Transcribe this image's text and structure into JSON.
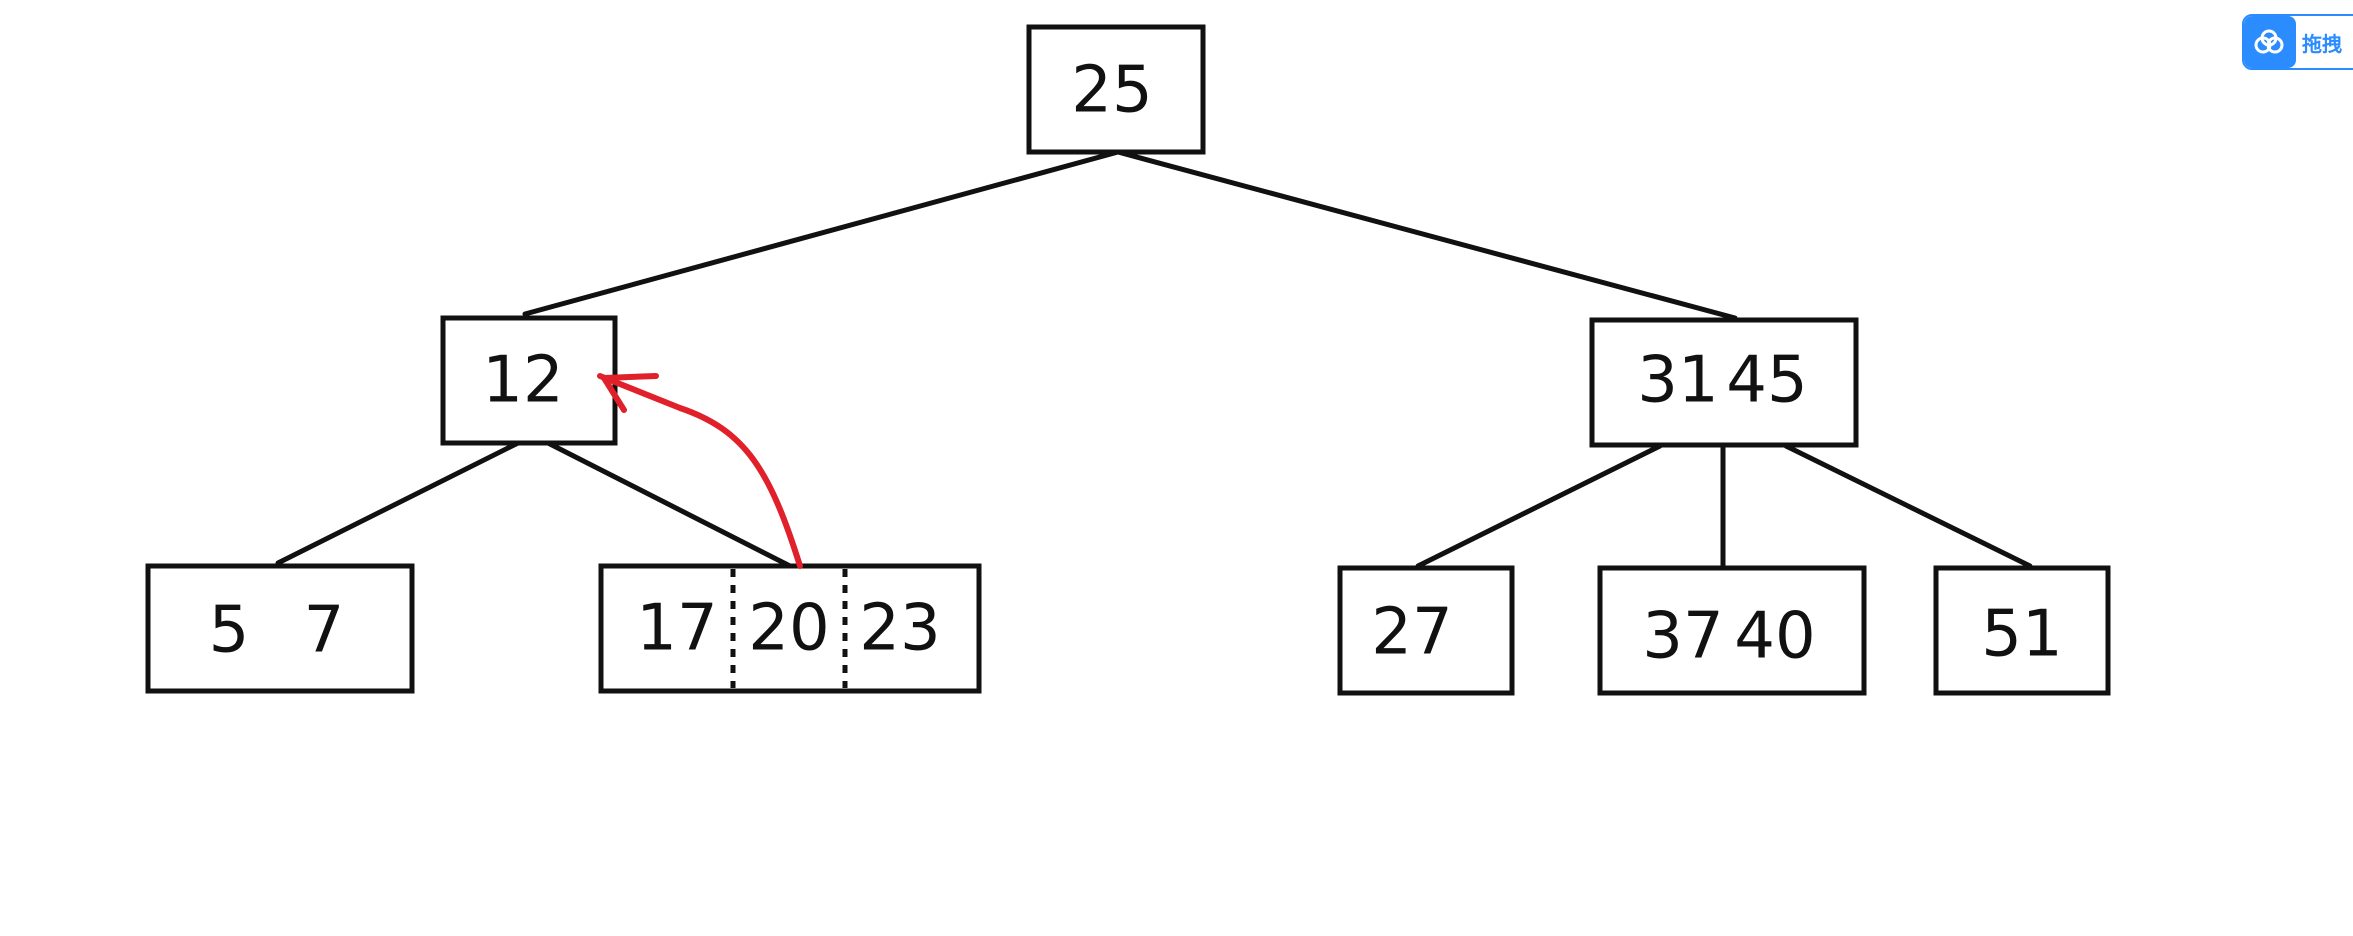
{
  "tree": {
    "root": {
      "keys": [
        "25"
      ]
    },
    "level1": [
      {
        "keys": [
          "12"
        ]
      },
      {
        "keys": [
          "31",
          "45"
        ]
      }
    ],
    "level2": [
      {
        "keys": [
          "5",
          "7"
        ]
      },
      {
        "keys": [
          "17",
          "20",
          "23"
        ]
      },
      {
        "keys": [
          "27"
        ]
      },
      {
        "keys": [
          "37",
          "40"
        ]
      },
      {
        "keys": [
          "51"
        ]
      }
    ],
    "promoted_key": "20",
    "arrow_color": "#e0202a"
  },
  "upload_widget": {
    "icon": "cloud-icon",
    "label": "拖拽"
  }
}
